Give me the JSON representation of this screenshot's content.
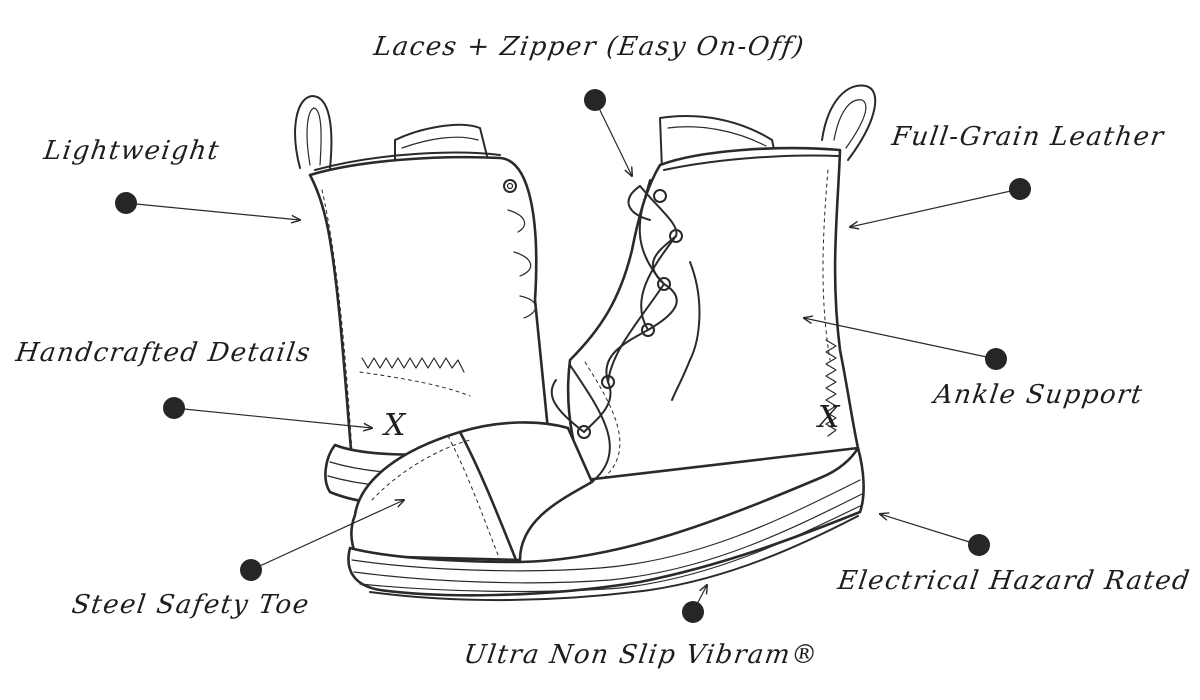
{
  "labels": {
    "laces_zipper": "Laces + Zipper (Easy On-Off)",
    "lightweight": "Lightweight",
    "full_grain": "Full-Grain Leather",
    "handcrafted": "Handcrafted Details",
    "ankle_support": "Ankle Support",
    "steel_toe": "Steel Safety Toe",
    "electrical": "Electrical Hazard Rated",
    "vibram": "Ultra Non Slip Vibram®"
  },
  "logo_mark": "X"
}
